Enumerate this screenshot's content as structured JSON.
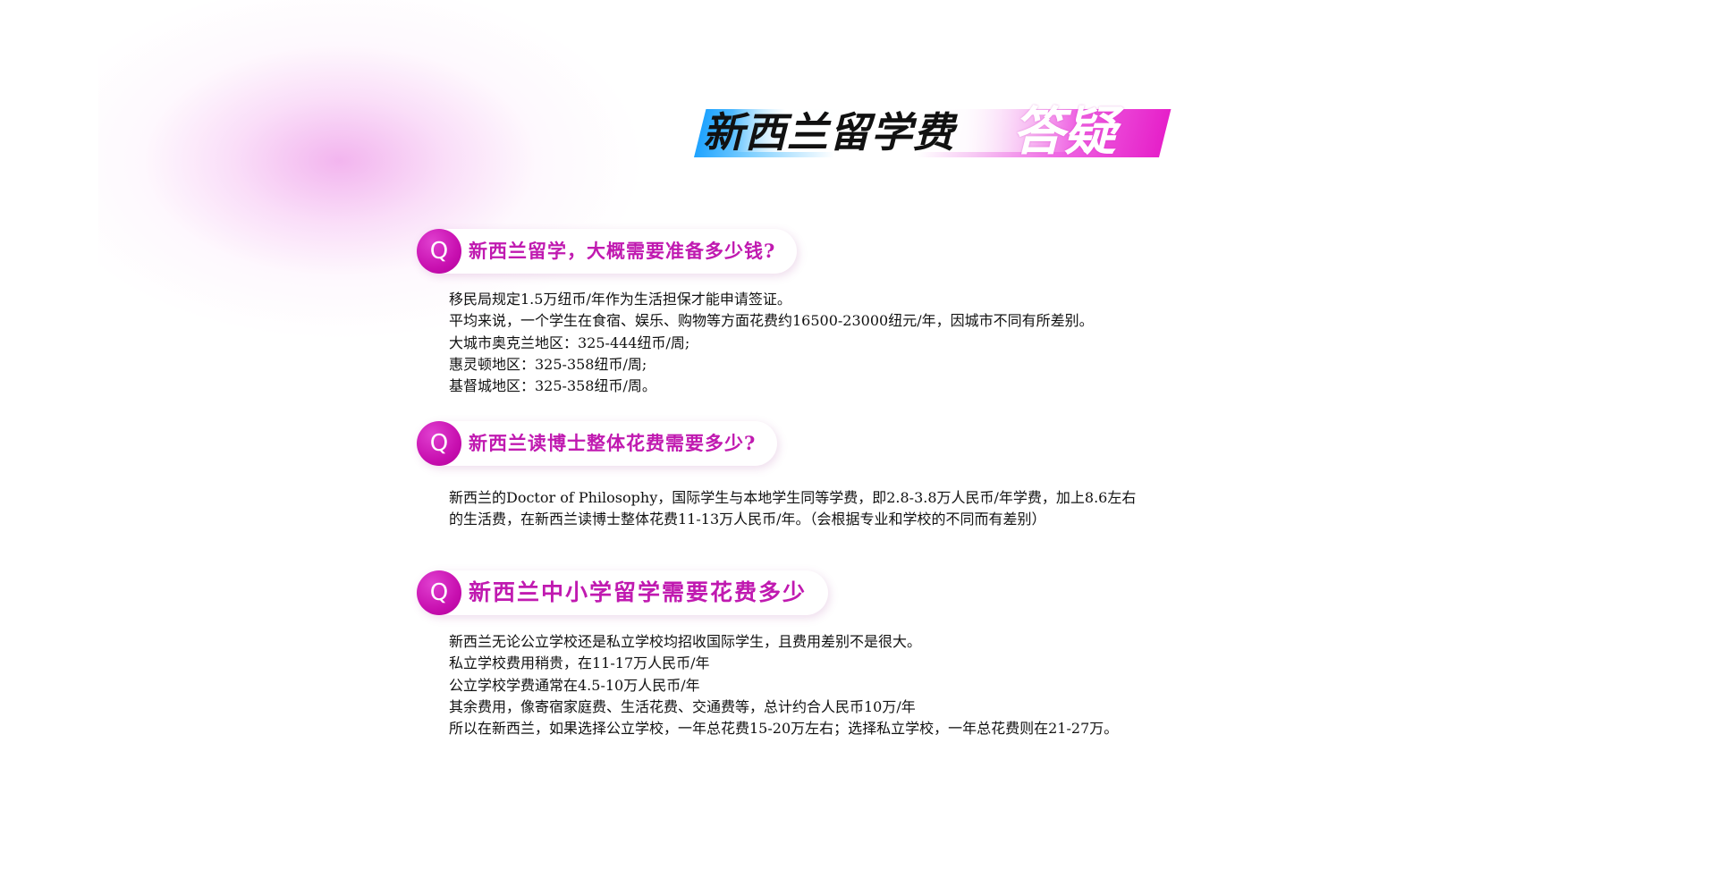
{
  "title": {
    "main": "新西兰留学费",
    "accent": "答疑"
  },
  "q_icon_letter": "Q",
  "sections": [
    {
      "question": "新西兰留学，大概需要准备多少钱?",
      "lines": [
        "移民局规定1.5万纽币/年作为生活担保才能申请签证。",
        "平均来说，一个学生在食宿、娱乐、购物等方面花费约16500-23000纽元/年，因城市不同有所差别。",
        "大城市奥克兰地区：325-444纽币/周;",
        "惠灵顿地区：325-358纽币/周;",
        "基督城地区：325-358纽币/周。"
      ]
    },
    {
      "question": "新西兰读博士整体花费需要多少?",
      "lines": [
        "新西兰的Doctor of Philosophy，国际学生与本地学生同等学费，即2.8-3.8万人民币/年学费，加上8.6左右",
        "的生活费，在新西兰读博士整体花费11-13万人民币/年。（会根据专业和学校的不同而有差别）"
      ]
    },
    {
      "question": "新西兰中小学留学需要花费多少",
      "lines": [
        "新西兰无论公立学校还是私立学校均招收国际学生，且费用差别不是很大。",
        "私立学校费用稍贵，在11-17万人民币/年",
        "公立学校学费通常在4.5-10万人民币/年",
        "其余费用，像寄宿家庭费、生活花费、交通费等，总计约合人民币10万/年",
        "所以在新西兰，如果选择公立学校，一年总花费15-20万左右；选择私立学校，一年总花费则在21-27万。"
      ]
    }
  ],
  "colors": {
    "accent": "#c01ab0",
    "circle": "#c810b0",
    "text": "#111111"
  }
}
